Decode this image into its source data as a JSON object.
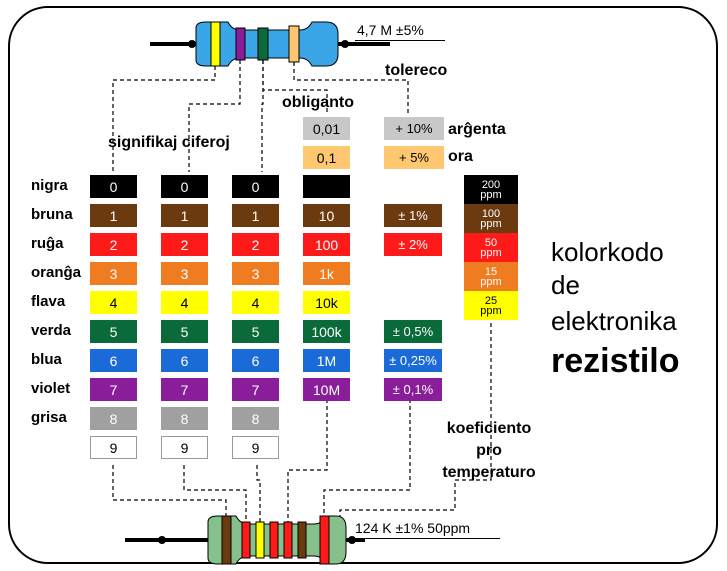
{
  "top_resistor_label": "4,7 M ±5%",
  "bottom_resistor_label": "124 K ±1% 50ppm",
  "headers": {
    "significant": "signifikaj ciferoj",
    "multiplier": "obliganto",
    "tolerance": "tolereco",
    "tempco": "koeficiento pro temperaturo",
    "tempco_line1": "koeficiento",
    "tempco_line2": "pro",
    "tempco_line3": "temperaturo"
  },
  "title": {
    "line1": "kolorkodo",
    "line2": "de",
    "line3": "elektronika",
    "line4": "rezistilo"
  },
  "colors": [
    {
      "name": "nigra",
      "hex": "#000000",
      "text": "#ffffff"
    },
    {
      "name": "bruna",
      "hex": "#6b3a0e",
      "text": "#ffffff"
    },
    {
      "name": "ruĝa",
      "hex": "#ff1a1a",
      "text": "#ffffff"
    },
    {
      "name": "oranĝa",
      "hex": "#f07c22",
      "text": "#ffffff"
    },
    {
      "name": "flava",
      "hex": "#ffff00",
      "text": "#000000"
    },
    {
      "name": "verda",
      "hex": "#0a6a3a",
      "text": "#ffffff"
    },
    {
      "name": "blua",
      "hex": "#1a6ad8",
      "text": "#ffffff"
    },
    {
      "name": "violet",
      "hex": "#8a1e9a",
      "text": "#ffffff"
    },
    {
      "name": "grisa",
      "hex": "#a0a0a0",
      "text": "#ffffff"
    }
  ],
  "digits": [
    "0",
    "1",
    "2",
    "3",
    "4",
    "5",
    "6",
    "7",
    "8",
    "9"
  ],
  "special_rows": [
    {
      "name": "arĝenta",
      "hex": "#c8c8c8"
    },
    {
      "name": "ora",
      "hex": "#ffc870"
    }
  ],
  "multiplier_values": {
    "silver": "0,01",
    "gold": "0,1",
    "brown": "10",
    "red": "100",
    "orange": "1k",
    "yellow": "10k",
    "green": "100k",
    "blue": "1M",
    "violet": "10M"
  },
  "tolerance_values": {
    "silver": "+ 10%",
    "gold": "+ 5%",
    "brown": "± 1%",
    "red": "± 2%",
    "green": "± 0,5%",
    "blue": "± 0,25%",
    "violet": "± 0,1%"
  },
  "tempco_values": [
    {
      "value": "200",
      "unit": "ppm",
      "hex": "#000000",
      "text": "#ffffff"
    },
    {
      "value": "100",
      "unit": "ppm",
      "hex": "#6b3a0e",
      "text": "#ffffff"
    },
    {
      "value": "50",
      "unit": "ppm",
      "hex": "#ff1a1a",
      "text": "#ffffff"
    },
    {
      "value": "15",
      "unit": "ppm",
      "hex": "#f07c22",
      "text": "#ffffff"
    },
    {
      "value": "25",
      "unit": "ppm",
      "hex": "#ffff00",
      "text": "#000000"
    }
  ]
}
